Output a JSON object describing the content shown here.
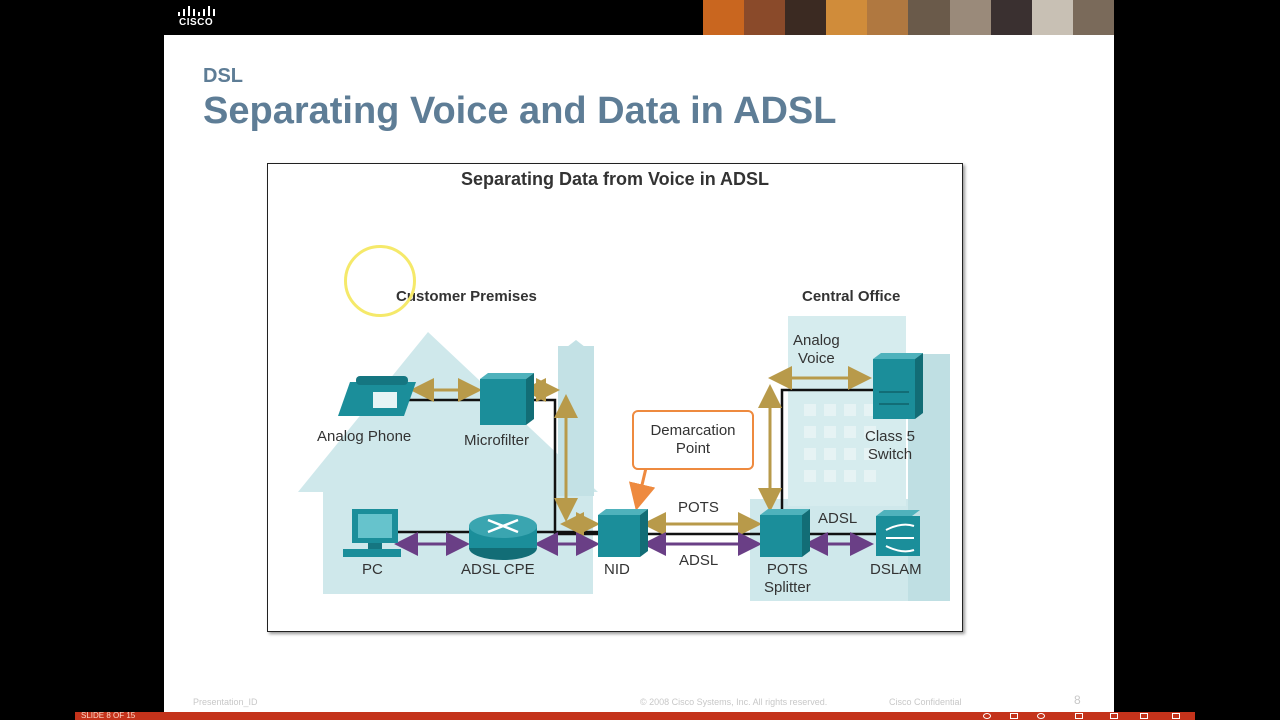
{
  "brand": {
    "logo_text": "CISCO"
  },
  "slide": {
    "section": "DSL",
    "title": "Separating Voice and Data in ADSL",
    "footer": {
      "left": "Presentation_ID",
      "copyright": "© 2008 Cisco Systems, Inc. All rights reserved.",
      "confidential": "Cisco Confidential",
      "page": "8"
    }
  },
  "figure": {
    "title": "Separating Data from Voice in ADSL",
    "labels": {
      "customer_premises": "Customer Premises",
      "central_office": "Central Office",
      "analog_phone": "Analog Phone",
      "microfilter": "Microfilter",
      "pc": "PC",
      "adsl_cpe": "ADSL CPE",
      "nid": "NID",
      "demarcation_point": "Demarcation\nPoint",
      "pots_line": "POTS",
      "adsl_line": "ADSL",
      "pots_splitter": "POTS\nSplitter",
      "class5_switch": "Class 5\nSwitch",
      "analog_voice": "Analog\nVoice",
      "adsl_to_dslam": "ADSL",
      "dslam": "DSLAM"
    }
  },
  "status_bar": {
    "slide_counter": "SLIDE 8 OF 15"
  },
  "colors": {
    "title": "#5e7d96",
    "device_teal": "#1b8e9a",
    "voice_arrow": "#b89a4a",
    "data_arrow": "#6a3f86",
    "demarc_border": "#ee8a3f",
    "status_bar": "#c4331b"
  }
}
